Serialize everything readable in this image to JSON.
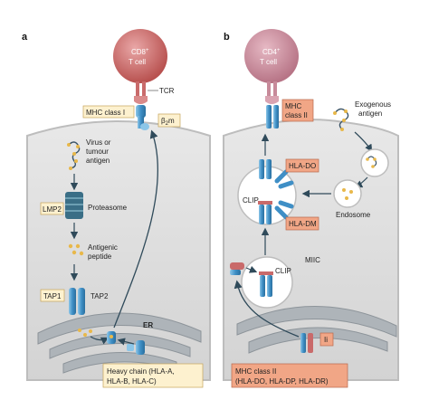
{
  "panels": {
    "a": {
      "letter": "a",
      "cell_top": "CD8",
      "cell_sup": "+",
      "cell_bottom": "T cell",
      "tcr": "TCR",
      "mhc_class_i": "MHC class I",
      "b2m_beta": "β",
      "b2m_sub": "2",
      "b2m_m": "m",
      "virus_line1": "Virus or",
      "virus_line2": "tumour",
      "virus_line3": "antigen",
      "lmp2": "LMP2",
      "proteasome": "Proteasome",
      "peptide_line1": "Antigenic",
      "peptide_line2": "peptide",
      "tap1": "TAP1",
      "tap2": "TAP2",
      "er": "ER",
      "heavy_line1": "Heavy chain (HLA-A,",
      "heavy_line2": "HLA-B, HLA-C)"
    },
    "b": {
      "letter": "b",
      "cell_top": "CD4",
      "cell_sup": "+",
      "cell_bottom": "T cell",
      "mhc_line1": "MHC",
      "mhc_line2": "class II",
      "exo_line1": "Exogenous",
      "exo_line2": "antigen",
      "hla_do": "HLA-DO",
      "hla_dm": "HLA-DM",
      "clip_upper": "CLIP",
      "clip_lower": "CLIP",
      "endosome": "Endosome",
      "miic": "MIIC",
      "ii": "Ii",
      "mhc2_line1": "MHC class II",
      "mhc2_line2": "(HLA-DO, HLA-DP, HLA-DR)"
    }
  },
  "colors": {
    "cytoplasm": "#dcdcdc",
    "cell_membrane": "#c4c4c4",
    "er_fill": "#aeb4b9",
    "tcell_red": "#c96a6a",
    "tcell_pink": "#c78a9a",
    "receptor_blue": "#3f8fc6",
    "label_box_yellow": "#fdf1cf",
    "label_box_orange": "#f1a686",
    "antigen_yellow": "#e8b84a",
    "arrow": "#2f4a5a"
  }
}
